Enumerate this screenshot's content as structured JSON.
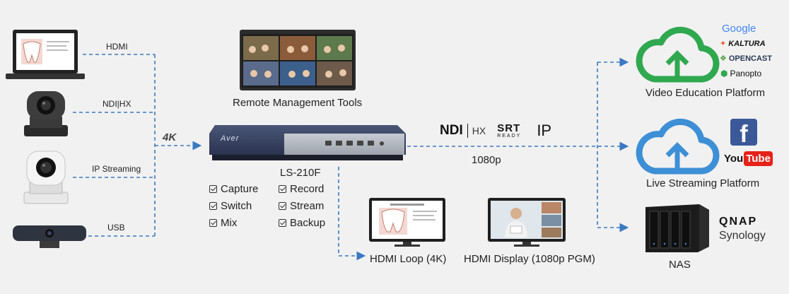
{
  "inputs": {
    "hdmi": "HDMI",
    "ndi_hx": "NDI|HX",
    "ip_streaming": "IP Streaming",
    "usb": "USB",
    "resolution_in": "4K"
  },
  "device": {
    "logo": "Aver",
    "model": "LS-210F"
  },
  "remote_tools": "Remote Management Tools",
  "features": [
    "Capture",
    "Record",
    "Switch",
    "Stream",
    "Mix",
    "Backup"
  ],
  "protocols": {
    "ndi": "NDI",
    "hx": "HX",
    "srt": "SRT",
    "srt_sub": "READY",
    "ip": "IP",
    "resolution_out": "1080p"
  },
  "outputs": {
    "hdmi_loop": "HDMI Loop (4K)",
    "hdmi_display": "HDMI Display (1080p PGM)"
  },
  "platforms": {
    "video_education": "Video Education Platform",
    "live_streaming": "Live Streaming Platform",
    "nas": "NAS"
  },
  "brands": {
    "google": "Google",
    "kaltura": "KALTURA",
    "opencast": "OPENCAST",
    "panopto": "Panopto",
    "facebook": "f",
    "you": "You",
    "tube": "Tube",
    "qnap": "QNAP",
    "synology": "Synology"
  },
  "colors": {
    "wire": "#3a78c2",
    "cloud_green": "#2fa84f",
    "cloud_blue": "#3d8fd6",
    "facebook": "#3b5998",
    "youtube": "#e62117"
  }
}
